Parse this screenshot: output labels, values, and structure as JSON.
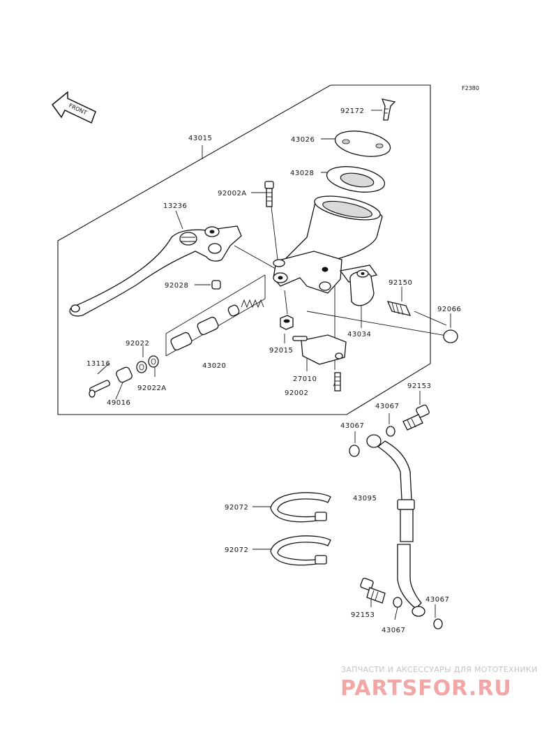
{
  "figure_code": "F2380",
  "front_arrow_label": "FRONT",
  "callouts": {
    "c43015": "43015",
    "c13236": "13236",
    "c92028": "92028",
    "c92002A": "92002A",
    "c43026": "43026",
    "c92172": "92172",
    "c43028": "43028",
    "c92150": "92150",
    "c92066": "92066",
    "c43034": "43034",
    "c92015": "92015",
    "c43020": "43020",
    "c92022": "92022",
    "c92022A": "92022A",
    "c13116": "13116",
    "c49016": "49016",
    "c27010": "27010",
    "c92002": "92002",
    "c92153_top": "92153",
    "c43067_a": "43067",
    "c43067_b": "43067",
    "c43095": "43095",
    "c92072_a": "92072",
    "c92072_b": "92072",
    "c92153_bottom": "92153",
    "c43067_c": "43067",
    "c43067_d": "43067"
  },
  "watermark": {
    "tagline": "ЗАПЧАСТИ И АКСЕССУАРЫ ДЛЯ МОТОТЕХНИКИ",
    "brand": "PARTSFOR.RU",
    "brand_color": "#f2a6a6"
  }
}
